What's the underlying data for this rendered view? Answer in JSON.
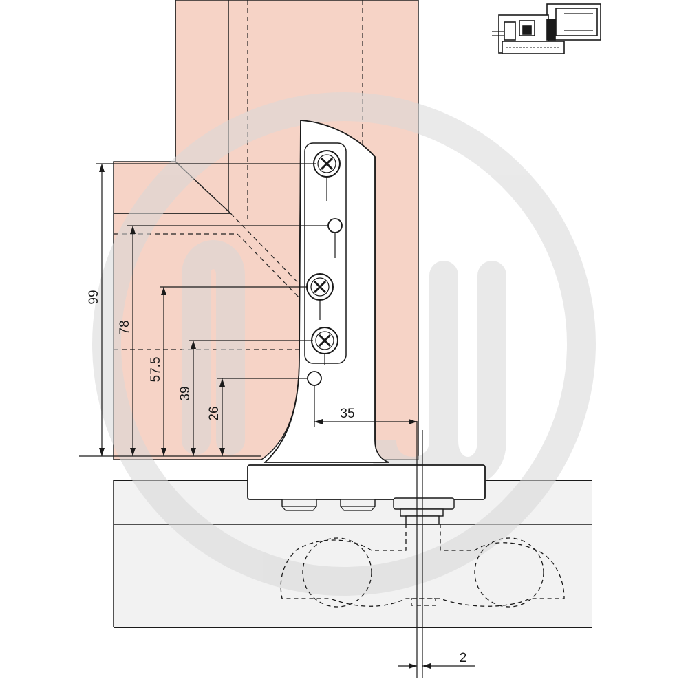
{
  "diagram": {
    "dimensions": {
      "d99": "99",
      "d78": "78",
      "d575": "57.5",
      "d39": "39",
      "d26": "26",
      "d35": "35",
      "d2": "2"
    },
    "colors": {
      "frame_fill": "#f6d3c6",
      "frame_stroke": "#222222",
      "watermark": "#e2e2e2",
      "rail_fill": "#f2f2f2",
      "bracket_fill": "#ffffff",
      "line": "#1a1a1a"
    },
    "icons": [
      "screw-icon",
      "pin-hole-icon",
      "profile-thumbnail-icon",
      "watermark-logo-icon"
    ]
  }
}
